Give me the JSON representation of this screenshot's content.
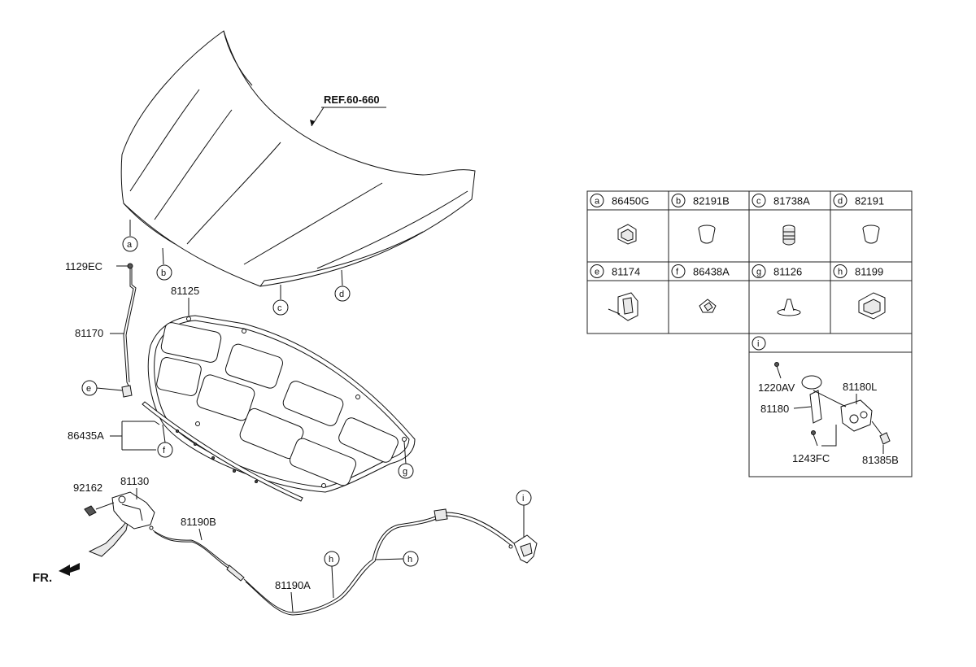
{
  "diagram": {
    "ref_label": "REF.60-660",
    "front_label": "FR.",
    "callouts": {
      "a": "a",
      "b": "b",
      "c": "c",
      "d": "d",
      "e": "e",
      "f": "f",
      "g": "g",
      "h": "h",
      "i": "i"
    },
    "parts": {
      "p1129EC": "1129EC",
      "p81170": "81170",
      "p81125": "81125",
      "p86435A": "86435A",
      "p92162": "92162",
      "p81130": "81130",
      "p81190B": "81190B",
      "p81190A": "81190A"
    }
  },
  "legend_table": {
    "cells": [
      {
        "letter": "a",
        "part": "86450G",
        "icon": "hood-stay-clip-icon"
      },
      {
        "letter": "b",
        "part": "82191B",
        "icon": "rubber-bumper-icon"
      },
      {
        "letter": "c",
        "part": "81738A",
        "icon": "ribbed-bumper-icon"
      },
      {
        "letter": "d",
        "part": "82191",
        "icon": "rubber-bumper-icon"
      },
      {
        "letter": "e",
        "part": "81174",
        "icon": "stay-rod-holder-icon"
      },
      {
        "letter": "f",
        "part": "86438A",
        "icon": "push-clip-icon"
      },
      {
        "letter": "g",
        "part": "81126",
        "icon": "push-pin-icon"
      },
      {
        "letter": "h",
        "part": "81199",
        "icon": "cable-clamp-icon"
      }
    ],
    "detail_i": {
      "letter": "i",
      "labels": {
        "p1220AV": "1220AV",
        "p81180L": "81180L",
        "p81180": "81180",
        "p1243FC": "1243FC",
        "p81385B": "81385B"
      }
    }
  }
}
